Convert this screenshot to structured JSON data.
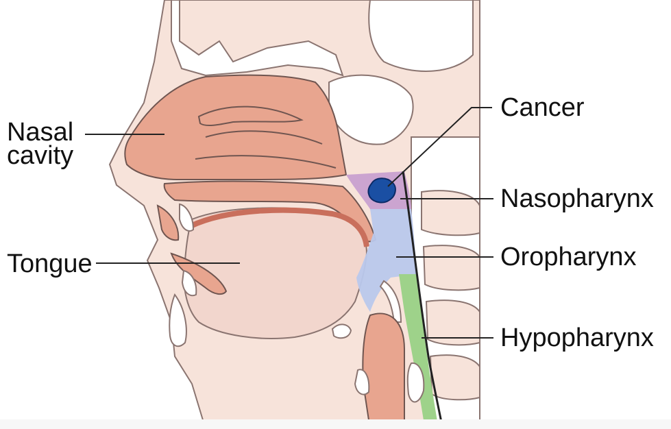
{
  "labels": {
    "nasal_cavity": [
      "Nasal",
      "cavity"
    ],
    "tongue": "Tongue",
    "cancer": "Cancer",
    "nasopharynx": "Nasopharynx",
    "oropharynx": "Oropharynx",
    "hypopharynx": "Hypopharynx"
  },
  "colors": {
    "skin": "#f7e3da",
    "skin_outline": "#8a7470",
    "bone": "#ffffff",
    "nasal_tissue": "#e8a58f",
    "muscle": "#f2d6cd",
    "nasopharynx_region": "#c8a0d0",
    "oropharynx_region": "#b9c8ec",
    "hypopharynx_region": "#9ed28a",
    "tumor": "#1a4fa3",
    "leader_line": "#222222"
  }
}
